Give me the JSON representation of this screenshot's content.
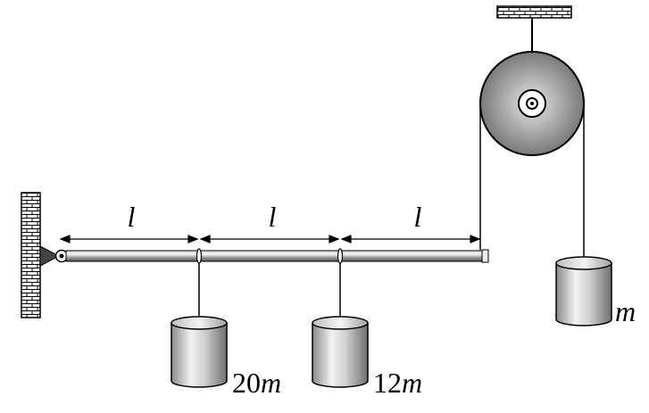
{
  "segments": [
    {
      "label": "l"
    },
    {
      "label": "l"
    },
    {
      "label": "l"
    }
  ],
  "masses": [
    {
      "coef": "20",
      "var": "m"
    },
    {
      "coef": "12",
      "var": "m"
    },
    {
      "coef": "",
      "var": "m"
    }
  ],
  "colors": {
    "rod": "#9a9a9a",
    "pulley": "#8c8c8c",
    "line": "#000000"
  }
}
